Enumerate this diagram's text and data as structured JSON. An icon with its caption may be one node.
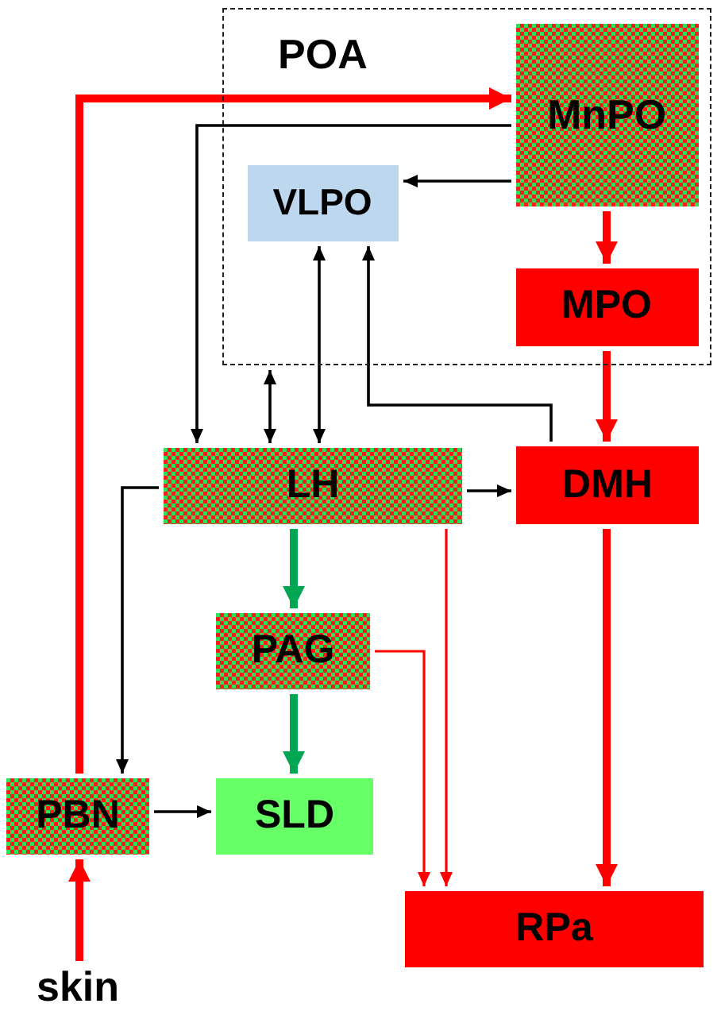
{
  "diagram": {
    "nodes": [
      {
        "text": [
          "POA"
        ]
      },
      {
        "text": [
          "MnPO"
        ],
        "in": 0
      },
      {
        "text": [
          "VLPO"
        ],
        "in": 0
      },
      {
        "text": [
          "MPO"
        ],
        "in": 0
      },
      {
        "text": [
          "LH"
        ]
      },
      {
        "text": [
          "DMH"
        ]
      },
      {
        "text": [
          "PAG"
        ]
      },
      {
        "text": [
          "PBN"
        ]
      },
      {
        "text": [
          "SLD"
        ]
      },
      {
        "text": [
          "RPa"
        ]
      },
      {
        "text": [
          "skin"
        ]
      }
    ],
    "edges": [
      {
        "from": 10,
        "to": 7,
        "arrow": "to",
        "style": "thick",
        "color": "#ff0000"
      },
      {
        "from": 7,
        "to": 1,
        "arrow": "to",
        "style": "thick",
        "color": "#ff0000"
      },
      {
        "from": 1,
        "to": 4,
        "arrow": "to"
      },
      {
        "from": 1,
        "to": 2,
        "arrow": "to"
      },
      {
        "from": 1,
        "to": 3,
        "arrow": "to",
        "style": "thick",
        "color": "#ff0000"
      },
      {
        "from": 3,
        "to": 5,
        "arrow": "to",
        "style": "thick",
        "color": "#ff0000"
      },
      {
        "from": 0,
        "to": 4,
        "arrow": "both"
      },
      {
        "from": 2,
        "to": 4,
        "arrow": "both"
      },
      {
        "from": 5,
        "to": 2,
        "arrow": "to"
      },
      {
        "from": 4,
        "to": 5,
        "arrow": "to"
      },
      {
        "from": 4,
        "to": 7,
        "arrow": "to"
      },
      {
        "from": 4,
        "to": 6,
        "arrow": "to",
        "style": "thick",
        "color": "#00a651"
      },
      {
        "from": 4,
        "to": 9,
        "arrow": "to",
        "color": "#ff0000"
      },
      {
        "from": 6,
        "to": 9,
        "arrow": "to",
        "color": "#ff0000"
      },
      {
        "from": 6,
        "to": 8,
        "arrow": "to",
        "style": "thick",
        "color": "#00a651"
      },
      {
        "from": 7,
        "to": 8,
        "arrow": "to"
      },
      {
        "from": 5,
        "to": 9,
        "arrow": "to",
        "style": "thick",
        "color": "#ff0000"
      }
    ]
  }
}
